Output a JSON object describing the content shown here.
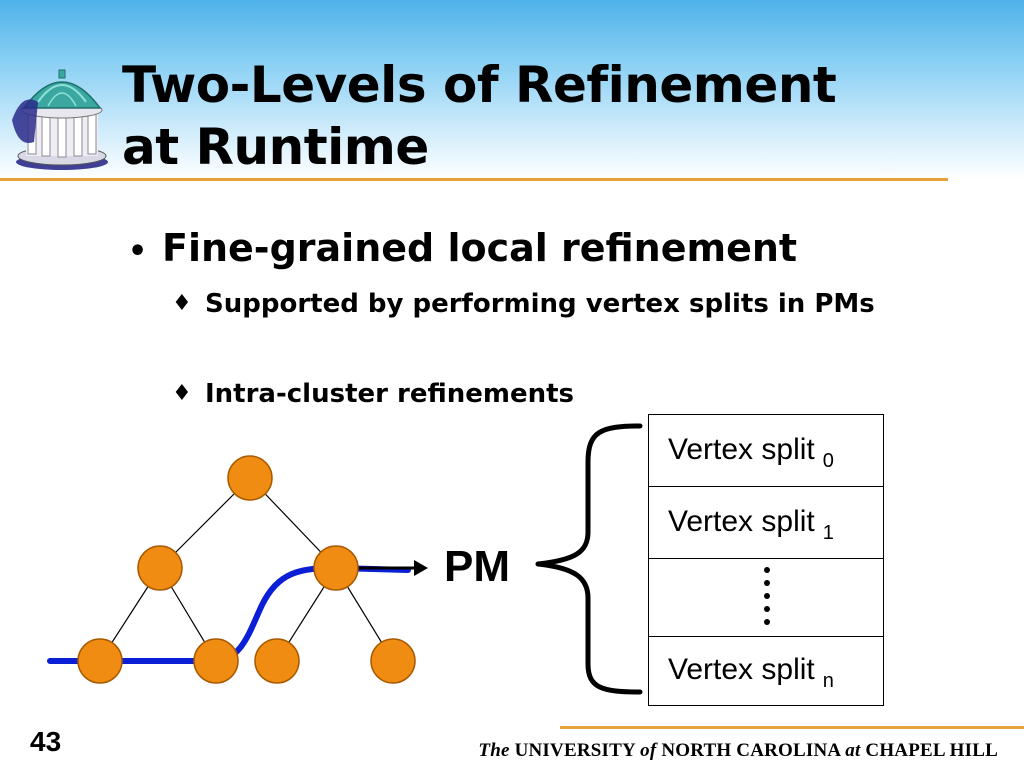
{
  "slide": {
    "title_line1": "Two-Levels of Refinement",
    "title_line2": "at Runtime",
    "bullets": [
      {
        "marker": "•",
        "text": "Fine-grained local refinement",
        "sub": [
          {
            "marker": "♦",
            "text": "Supported by performing vertex splits in PMs"
          },
          {
            "marker": "♦",
            "text": "Intra-cluster refinements"
          }
        ]
      }
    ],
    "diagram": {
      "pm_label": "PM",
      "table_rows": [
        {
          "text": "Vertex split",
          "subscript": "0"
        },
        {
          "text": "Vertex split",
          "subscript": "1"
        },
        {
          "text": "Vertex split",
          "subscript": "n"
        }
      ],
      "colors": {
        "node_fill": "#f08c12",
        "node_stroke": "#a85a00",
        "curve": "#0a1fd6",
        "edge": "#000000"
      }
    },
    "footer": {
      "page_number": "43",
      "the": "The",
      "university": "UNIVERSITY",
      "of": "of",
      "north_carolina": "NORTH CAROLINA",
      "at": "at",
      "chapel_hill": "CHAPEL HILL"
    },
    "colors": {
      "accent_rule": "#e8a23a",
      "header_top": "#4fb2ea"
    },
    "icons": {
      "logo": "old-well-icon"
    }
  }
}
